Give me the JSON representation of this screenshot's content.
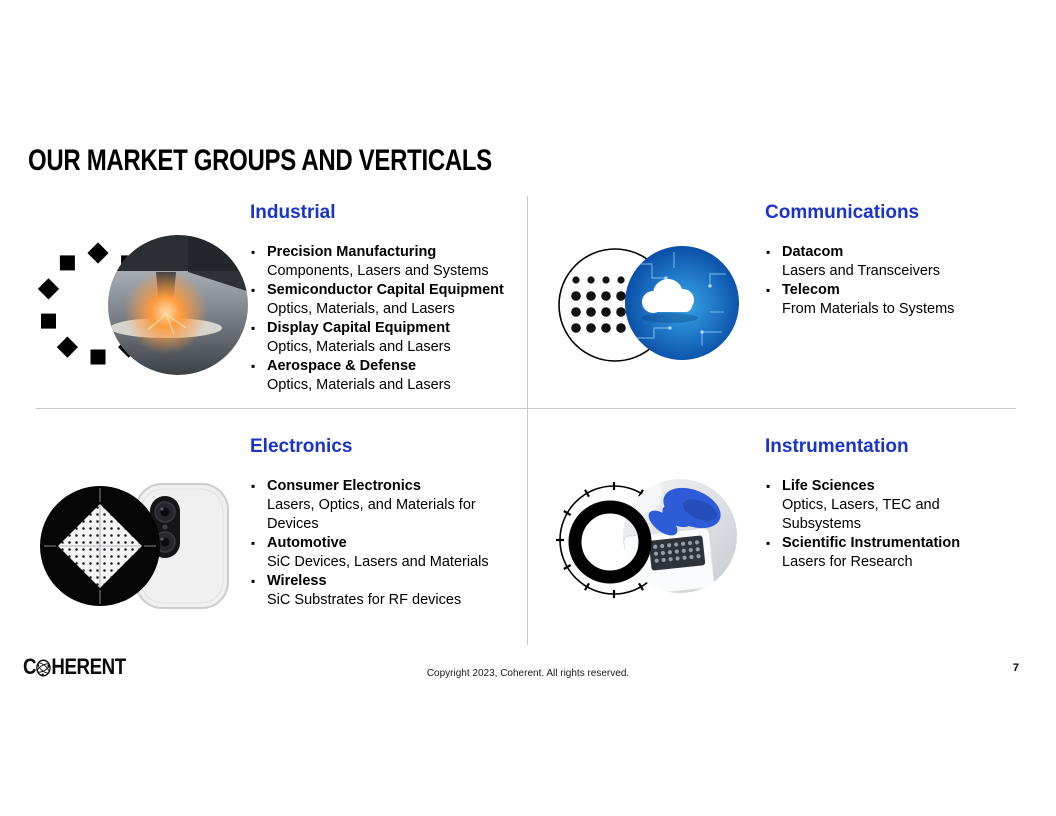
{
  "title": "OUR MARKET GROUPS AND VERTICALS",
  "colors": {
    "heading_blue": "#1a33cf",
    "divider_gray": "#c9c9c9",
    "communications_photo_blue": "#0a4fa8",
    "glove_blue": "#2e5bd8",
    "spark_orange": "#ff9b3f"
  },
  "icons": {
    "bullet": "▪",
    "industrial_icon": "diamond-ring-icon",
    "communications_icon": "dot-grid-circle-icon",
    "electronics_icon": "wafer-diamond-icon",
    "instrumentation_icon": "gauge-ring-icon",
    "logo_icon": "coherent-orb-icon"
  },
  "quadrants": [
    {
      "heading": "Industrial",
      "items": [
        {
          "name": "Precision Manufacturing",
          "desc": "Components, Lasers and Systems"
        },
        {
          "name": "Semiconductor Capital Equipment",
          "desc": "Optics, Materials, and Lasers"
        },
        {
          "name": "Display Capital Equipment",
          "desc": "Optics, Materials and Lasers"
        },
        {
          "name": "Aerospace & Defense",
          "desc": "Optics, Materials and Lasers"
        }
      ]
    },
    {
      "heading": "Communications",
      "items": [
        {
          "name": "Datacom",
          "desc": "Lasers and Transceivers"
        },
        {
          "name": "Telecom",
          "desc": "From Materials to Systems"
        }
      ]
    },
    {
      "heading": "Electronics",
      "items": [
        {
          "name": "Consumer Electronics",
          "desc": "Lasers, Optics, and Materials for Devices"
        },
        {
          "name": "Automotive",
          "desc": "SiC Devices, Lasers and Materials"
        },
        {
          "name": "Wireless",
          "desc": "SiC Substrates for RF devices"
        }
      ]
    },
    {
      "heading": "Instrumentation",
      "items": [
        {
          "name": "Life Sciences",
          "desc": "Optics, Lasers, TEC and Subsystems"
        },
        {
          "name": "Scientific Instrumentation",
          "desc": "Lasers for Research"
        }
      ]
    }
  ],
  "footer": {
    "logo_prefix": "C",
    "logo_suffix": "HERENT",
    "copyright": "Copyright 2023, Coherent. All rights reserved.",
    "page_number": "7"
  }
}
